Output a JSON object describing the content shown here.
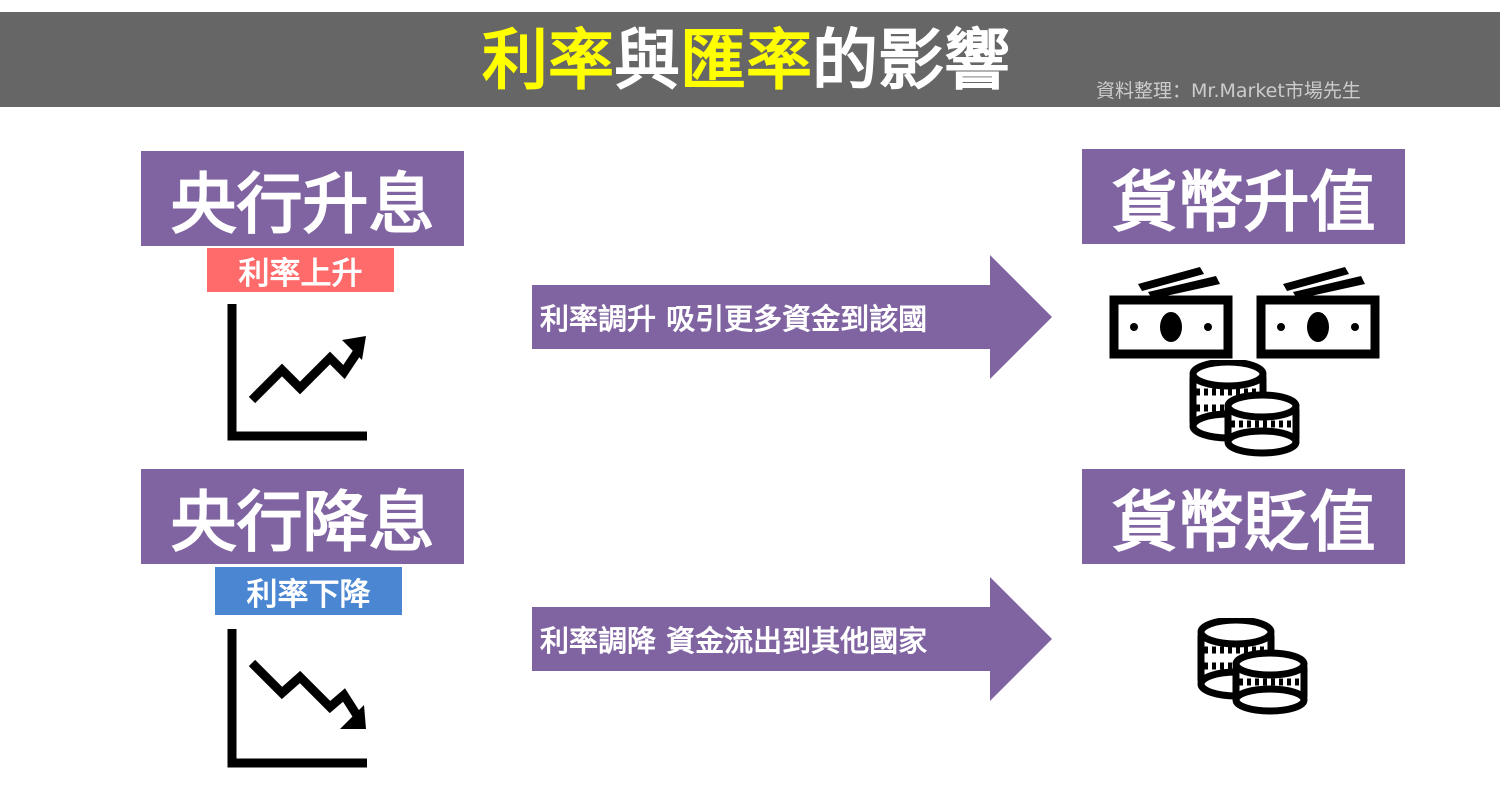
{
  "header": {
    "title_part1": "利率",
    "title_part2": "與",
    "title_part3": "匯率",
    "title_part4": "的影響",
    "credit": "資料整理：Mr.Market市場先生"
  },
  "rows": [
    {
      "cause": "央行升息",
      "tag": "利率上升",
      "arrow_text": "利率調升 吸引更多資金到該國",
      "effect": "貨幣升值"
    },
    {
      "cause": "央行降息",
      "tag": "利率下降",
      "arrow_text": "利率調降 資金流出到其他國家",
      "effect": "貨幣貶值"
    }
  ],
  "colors": {
    "header_bg": "#666666",
    "title_highlight": "#ffff00",
    "box_purple": "#8064a2",
    "tag_up": "#ff6b6b",
    "tag_down": "#4a86d1",
    "icon": "#000000"
  },
  "icons": [
    "line-chart-up-icon",
    "line-chart-down-icon",
    "banknotes-icon",
    "coins-icon"
  ]
}
